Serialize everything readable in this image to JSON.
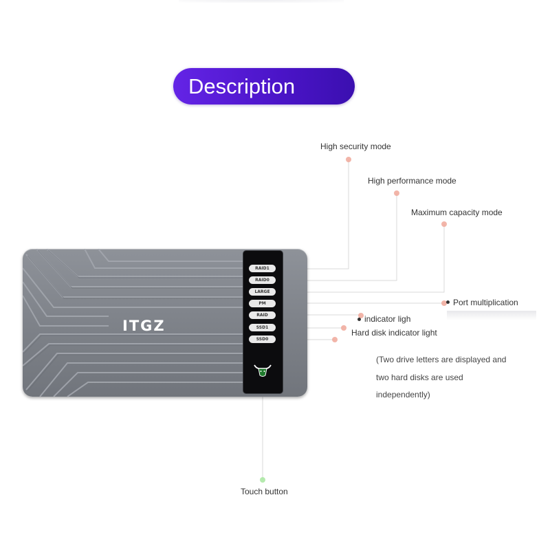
{
  "header": {
    "title": "Description",
    "accent": "#5a1de0"
  },
  "device": {
    "brand": "ITGZ",
    "body_color": "#8e9299"
  },
  "panel": {
    "buttons": [
      "RAID1",
      "RAID0",
      "LARGE",
      "PM",
      "RAID",
      "SSD1",
      "SSD0"
    ],
    "touch_icon": "bull-head-icon"
  },
  "callouts": {
    "high_security": "High security mode",
    "high_performance": "High performance mode",
    "max_capacity": "Maximum capacity mode",
    "port_multiplication": "Port multiplication",
    "indicator_light": "indicator ligh",
    "hard_disk_indicator": "Hard disk indicator light",
    "touch_button": "Touch button"
  },
  "note": {
    "line1": "(Two drive letters are displayed and",
    "line2": "two hard disks are used",
    "line3": "independently)"
  }
}
